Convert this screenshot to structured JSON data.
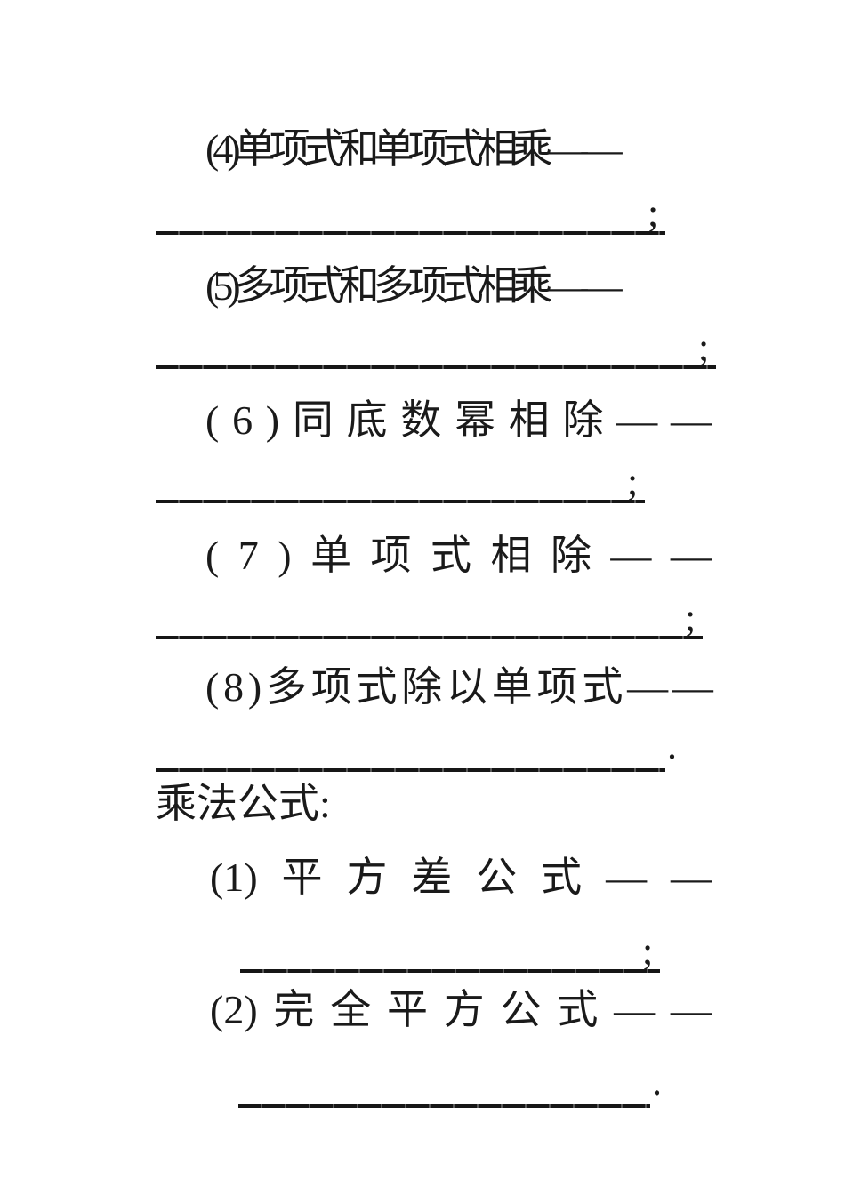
{
  "page": {
    "background": "#ffffff",
    "ink_color": "#1a1a1a",
    "rule_color": "#161616"
  },
  "items": [
    {
      "number": "(4)",
      "title": "单项式和单项式相乘",
      "dash": "——",
      "heading": "(4)单项式和单项式相乘——",
      "punct": ";"
    },
    {
      "number": "(5)",
      "title": "多项式和多项式相乘",
      "dash": "——",
      "heading": "(5)多项式和多项式相乘——",
      "punct": ";"
    },
    {
      "number": "(6)",
      "title": "同底数幂相除",
      "dash": "——",
      "heading": "(6)同底数幂相除——",
      "units": [
        "(",
        "6",
        ")",
        "同",
        "底",
        "数",
        "幂",
        "相",
        "除",
        "—",
        "—"
      ],
      "punct": ";"
    },
    {
      "number": "(7)",
      "title": "单项式相除",
      "dash": "——",
      "heading": "(7)单项式相除——",
      "units": [
        "(",
        "7",
        ")",
        "单",
        "项",
        "式",
        "相",
        "除",
        "—",
        "—"
      ],
      "punct": ";"
    },
    {
      "number": "(8)",
      "title": "多项式除以单项式",
      "dash": "——",
      "heading": "(8)多项式除以单项式——",
      "units": [
        "(",
        "8",
        ")",
        "多",
        "项",
        "式",
        "除",
        "以",
        "单",
        "项",
        "式",
        "—",
        "—"
      ],
      "punct": "."
    }
  ],
  "section": {
    "label": "乘法公式:"
  },
  "formulas": [
    {
      "number": "(1)",
      "title": "平方差公式",
      "dash": "——",
      "heading": "(1)平方差公式——",
      "units": [
        "(1)",
        "平",
        "方",
        "差",
        "公",
        "式",
        "—",
        "—"
      ],
      "punct": ";"
    },
    {
      "number": "(2)",
      "title": "完全平方公式",
      "dash": "——",
      "heading": "(2)完全平方公式——",
      "units": [
        "(2)",
        "完",
        "全",
        "平",
        "方",
        "公",
        "式",
        "—",
        "—"
      ],
      "punct": "."
    }
  ]
}
